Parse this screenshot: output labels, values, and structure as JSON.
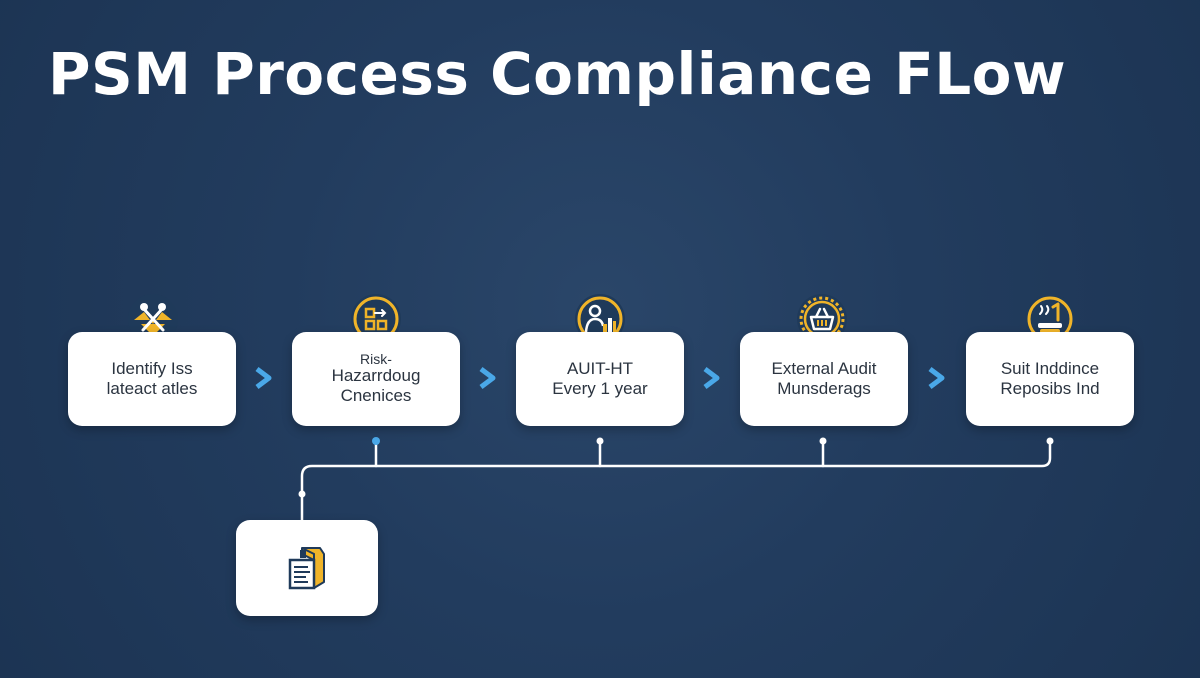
{
  "title": "PSM Process Compliance FLow",
  "colors": {
    "background": "#223c5e",
    "card": "#ffffff",
    "accent": "#f0b429",
    "arrow": "#4aa8e8",
    "connector": "#ffffff"
  },
  "steps": [
    {
      "icon": "tools-icon",
      "lines": [
        "Identify Iss",
        "lateact atles"
      ]
    },
    {
      "icon": "flow-icon",
      "lines": [
        "Risk-",
        "Hazarrdoug",
        "Cnenices"
      ]
    },
    {
      "icon": "auditor-icon",
      "lines": [
        "AUIT-HT",
        "Every 1 year"
      ]
    },
    {
      "icon": "basket-icon",
      "lines": [
        "External Audit",
        "Munsderags"
      ]
    },
    {
      "icon": "number-one-icon",
      "lines": [
        "Suit Inddince",
        "Reposibs Ind"
      ]
    }
  ],
  "bottom_box": {
    "icon": "document-box-icon"
  }
}
